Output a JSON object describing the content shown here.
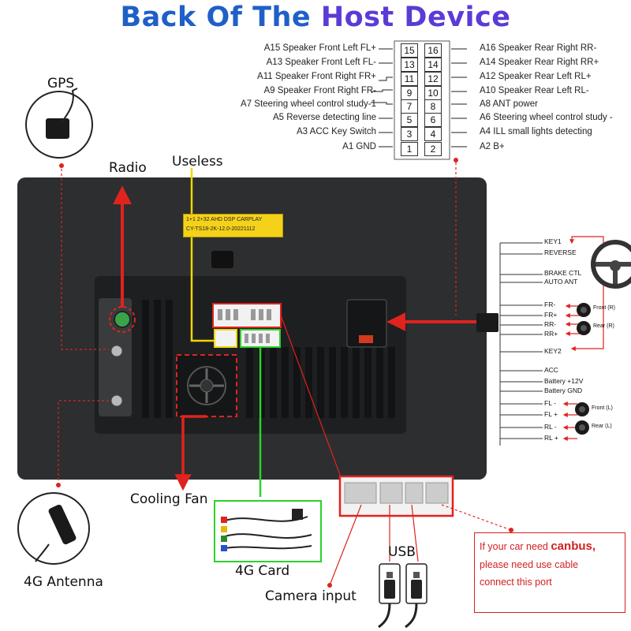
{
  "title": {
    "part1": "Back Of The",
    "part2": "Host Device"
  },
  "labels": {
    "gps": "GPS",
    "radio": "Radio",
    "useless": "Useless",
    "antenna_4g": "4G Antenna",
    "cooling_fan": "Cooling Fan",
    "card_4g": "4G Card",
    "usb": "USB",
    "camera_input": "Camera input"
  },
  "sticker": {
    "line1": "1+1 2+32 AHD DSP CARPLAY",
    "line2": "CY-TS18-2K-12.0-20221112"
  },
  "pinout": {
    "left": [
      {
        "code": "A15",
        "desc": "Speaker Front Left FL+",
        "pin": "15"
      },
      {
        "code": "A13",
        "desc": "Speaker Front Left FL-",
        "pin": "13"
      },
      {
        "code": "A11",
        "desc": "Speaker Front Right FR+",
        "pin": "11"
      },
      {
        "code": "A9",
        "desc": "Speaker Front Right FR-",
        "pin": "9"
      },
      {
        "code": "A7",
        "desc": "Steering wheel control study-1",
        "pin": "7"
      },
      {
        "code": "A5",
        "desc": "Reverse detecting line",
        "pin": "5"
      },
      {
        "code": "A3",
        "desc": "ACC Key Switch",
        "pin": "3"
      },
      {
        "code": "A1",
        "desc": "GND",
        "pin": "1"
      }
    ],
    "right": [
      {
        "code": "A16",
        "desc": "Speaker Rear Right RR-",
        "pin": "16"
      },
      {
        "code": "A14",
        "desc": "Speaker Rear Right RR+",
        "pin": "14"
      },
      {
        "code": "A12",
        "desc": "Speaker Rear Left RL+",
        "pin": "12"
      },
      {
        "code": "A10",
        "desc": "Speaker Rear Left RL-",
        "pin": "10"
      },
      {
        "code": "A8",
        "desc": "ANT power",
        "pin": "8"
      },
      {
        "code": "A6",
        "desc": "Steering wheel control study -",
        "pin": "6"
      },
      {
        "code": "A4",
        "desc": "ILL small lights detecting",
        "pin": "4"
      },
      {
        "code": "A2",
        "desc": "B+",
        "pin": "2"
      }
    ]
  },
  "harness": [
    "KEY1",
    "REVERSE",
    "BRAKE CTL",
    "AUTO ANT",
    "FR-",
    "FR+",
    "RR-",
    "RR+",
    "KEY2",
    "ACC",
    "Battery +12V",
    "Battery GND",
    "FL -",
    "FL +",
    "RL -",
    "RL +"
  ],
  "speakers": {
    "front_r": "Front (R)",
    "rear_r": "Rear (R)",
    "front_l": "Front (L)",
    "rear_l": "Rear (L)"
  },
  "canbus": {
    "line1_prefix": "If your car need",
    "line1_emph": "canbus,",
    "line2": "please need use cable",
    "line3": "connect this port"
  },
  "colors": {
    "title_blue": "#1f5fc8",
    "title_purple": "#5b3bd6",
    "arrow_red": "#e0231f",
    "highlight_yellow": "#f1d600",
    "highlight_green": "#2bd22b",
    "unit_body": "#2d2e30"
  },
  "icons": [
    "gps-antenna-icon",
    "4g-antenna-icon",
    "steering-wheel-icon",
    "speaker-icon",
    "usb-cable-icon",
    "warning-icon",
    "cooling-fan-icon"
  ]
}
